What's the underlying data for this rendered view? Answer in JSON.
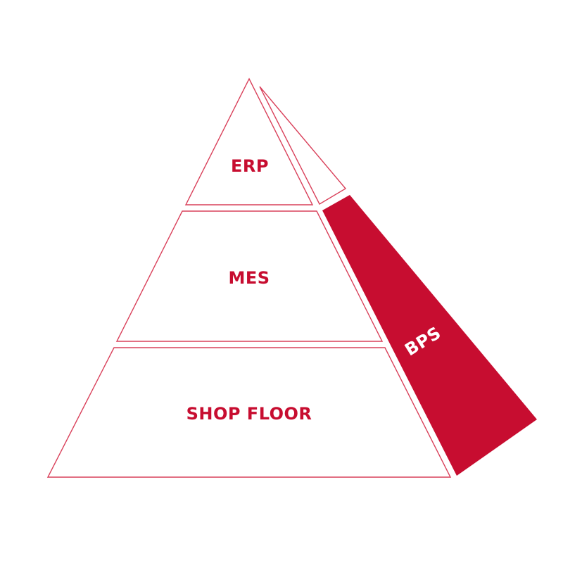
{
  "diagram": {
    "type": "pyramid",
    "colors": {
      "accent": "#C70D30",
      "outline": "#D9405A",
      "background": "#FFFFFF",
      "label_on_white": "#C70D30",
      "label_on_accent": "#FFFFFF"
    },
    "layers": [
      {
        "id": "erp",
        "label": "ERP",
        "level": "top"
      },
      {
        "id": "mes",
        "label": "MES",
        "level": "middle"
      },
      {
        "id": "shop_floor",
        "label": "SHOP FLOOR",
        "level": "bottom"
      }
    ],
    "side_band": {
      "label": "BPS",
      "spans": [
        "MES",
        "SHOP FLOOR"
      ],
      "cap_segment": "ERP"
    }
  }
}
